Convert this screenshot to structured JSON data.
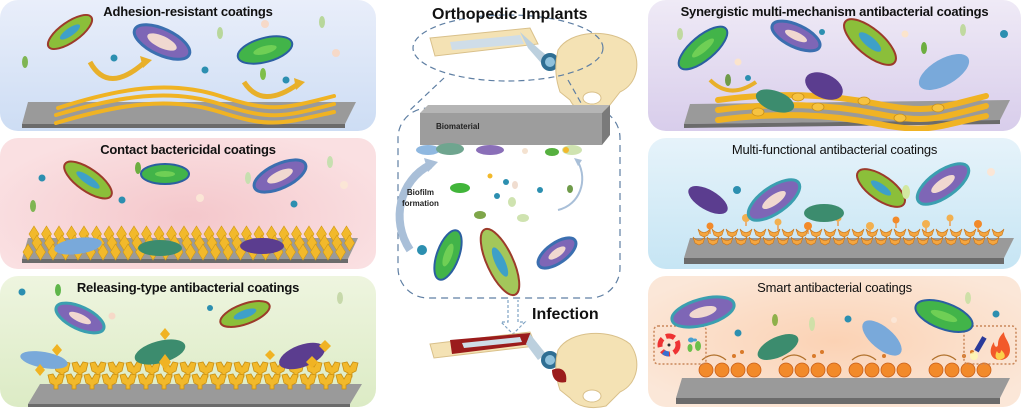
{
  "figure": {
    "center": {
      "title_top": "Orthopedic Implants",
      "biomaterial_label": "Biomaterial",
      "biofilm_label_line1": "Biofilm",
      "biofilm_label_line2": "formation",
      "title_bottom": "Infection"
    },
    "left_panels": [
      {
        "title": "Adhesion-resistant coatings",
        "coating": "layered-fibers"
      },
      {
        "title": "Contact bactericidal coatings",
        "coating": "spike-array"
      },
      {
        "title": "Releasing-type antibacterial coatings",
        "coating": "releasing-cups"
      }
    ],
    "right_panels": [
      {
        "title": "Synergistic multi-mechanism antibacterial  coatings",
        "coating": "fibers-with-agents"
      },
      {
        "title": "Multi-functional antibacterial coatings",
        "coating": "receptor-array"
      },
      {
        "title": "Smart antibacterial coatings",
        "coating": "responsive-capsules",
        "stimuli_left": [
          "ph-color-wheel-icon",
          "enzyme-icon"
        ],
        "stimuli_right": [
          "flashlight-icon",
          "flame-icon"
        ]
      }
    ],
    "colors": {
      "substrate": "#8a8a8a",
      "coating_gold": "#f2b92b",
      "coating_orange": "#f28a2a",
      "bacteria_green": "#3db34a",
      "bacteria_purple": "#5b4a9a",
      "bacteria_blue": "#6fa7d6",
      "dashed_outline": "#5f7fa3",
      "infection_red": "#9b1c1c"
    }
  }
}
